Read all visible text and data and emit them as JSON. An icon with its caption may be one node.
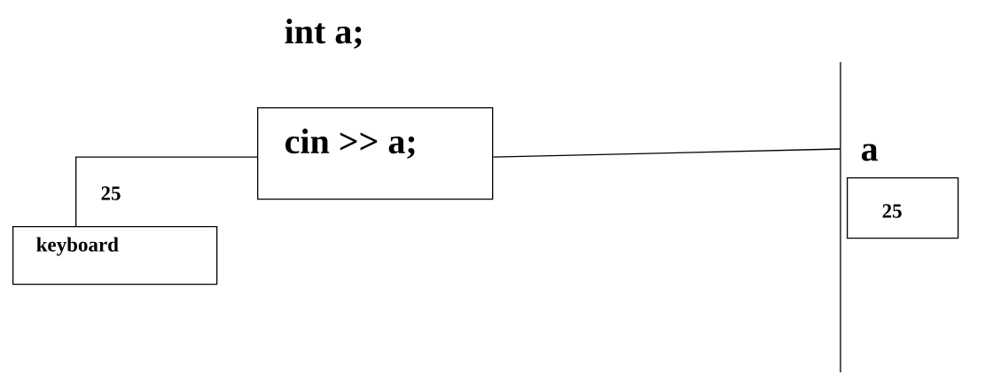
{
  "diagram": {
    "title": "int a;",
    "nodes": [
      {
        "text": [
          "keyboard"
        ]
      },
      {
        "text": [
          "cin >> a;"
        ]
      },
      {
        "text": [
          "a",
          "25"
        ]
      }
    ],
    "edges": [
      {
        "from": 0,
        "to": 1,
        "arrow": "none",
        "label": "25"
      },
      {
        "from": 1,
        "to": 2,
        "arrow": "none"
      }
    ]
  }
}
